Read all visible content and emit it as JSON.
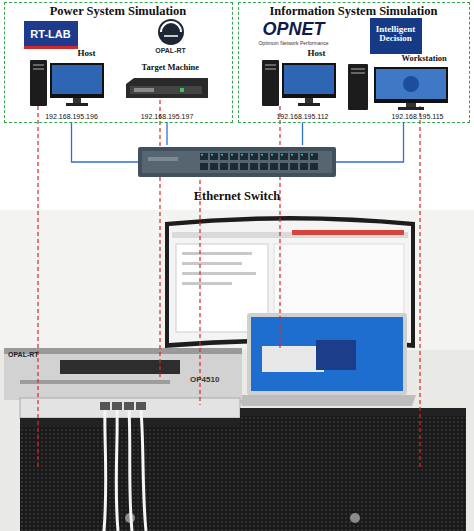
{
  "diagram": {
    "nodes": [
      {
        "text": [
          "Power System Simulation"
        ]
      },
      {
        "text": [
          "RT-LAB"
        ],
        "in": 0
      },
      {
        "text": [
          "OPAL-RT"
        ],
        "in": 0
      },
      {
        "text": [
          "Host",
          "192.168.195.196"
        ],
        "in": 0
      },
      {
        "text": [
          "Target Machine",
          "192.168.195.197"
        ],
        "in": 0
      },
      {
        "text": [
          "Information System Simulation"
        ]
      },
      {
        "text": [
          "OPNET",
          "Optimum Network Performance"
        ],
        "in": 5
      },
      {
        "text": [
          "Intelligent Decision"
        ],
        "in": 5
      },
      {
        "text": [
          "Host",
          "192.168.195.112"
        ],
        "in": 5
      },
      {
        "text": [
          "Workstation",
          "192.168.195.115"
        ],
        "in": 5
      },
      {
        "text": [
          "Ethernet Switch"
        ]
      }
    ],
    "edges": [
      {
        "from": 3,
        "to": 10,
        "arrow": "none"
      },
      {
        "from": 4,
        "to": 10,
        "arrow": "none"
      },
      {
        "from": 8,
        "to": 10,
        "arrow": "none"
      },
      {
        "from": 9,
        "to": 10,
        "arrow": "none"
      }
    ],
    "labels": [
      "OPAL-RT",
      "OP4510"
    ]
  }
}
